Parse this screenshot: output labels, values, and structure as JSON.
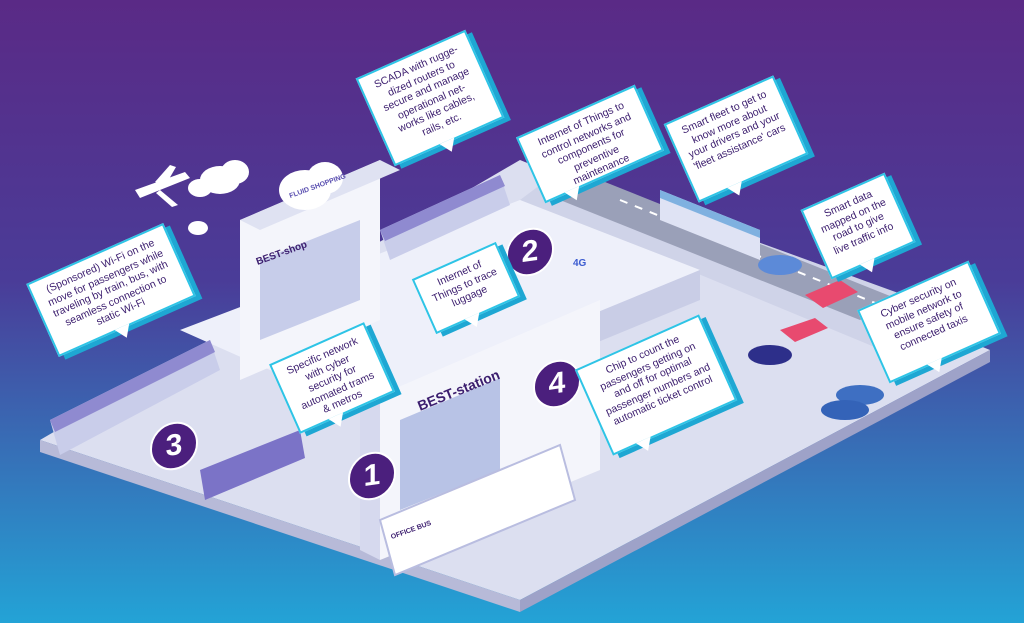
{
  "colors": {
    "bg_top": "#5a2a86",
    "bg_bottom": "#23a3d6",
    "accent_cyan": "#2ec4e6",
    "accent_purple": "#4b1f7d",
    "text_purple": "#3b1d6e"
  },
  "callouts": [
    {
      "id": "wifi",
      "text": "(Sponsored) Wi-Fi on the move for passengers while traveling by train, bus, with seamless connection to static Wi-Fi"
    },
    {
      "id": "scada",
      "text": "SCADA with rugge-dized routers to secure and manage operational net-works like cables, rails, etc."
    },
    {
      "id": "iot-maintenance",
      "text": "Internet of Things to control networks and components for preventive maintenance"
    },
    {
      "id": "smart-fleet",
      "text": "Smart fleet to get to know more about your drivers and your 'fleet assistance' cars"
    },
    {
      "id": "smart-data",
      "text": "Smart data mapped on the road to give live traffic info"
    },
    {
      "id": "cyber-taxis",
      "text": "Cyber security on mobile network to ensure safety of connected taxis"
    },
    {
      "id": "iot-luggage",
      "text": "Internet of Things to trace luggage"
    },
    {
      "id": "specific-network",
      "text": "Specific network with cyber security for automated trams & metros"
    },
    {
      "id": "chip-count",
      "text": "Chip to count the passengers getting on and off for optimal passenger numbers and automatic ticket control"
    }
  ],
  "badges": [
    "1",
    "2",
    "3",
    "4"
  ],
  "labels": {
    "station": "BEST-station",
    "shop": "BEST-shop",
    "fluid_shopping": "FLUID SHOPPING",
    "office_bus": "OFFICE BUS",
    "network_4g": "4G"
  }
}
